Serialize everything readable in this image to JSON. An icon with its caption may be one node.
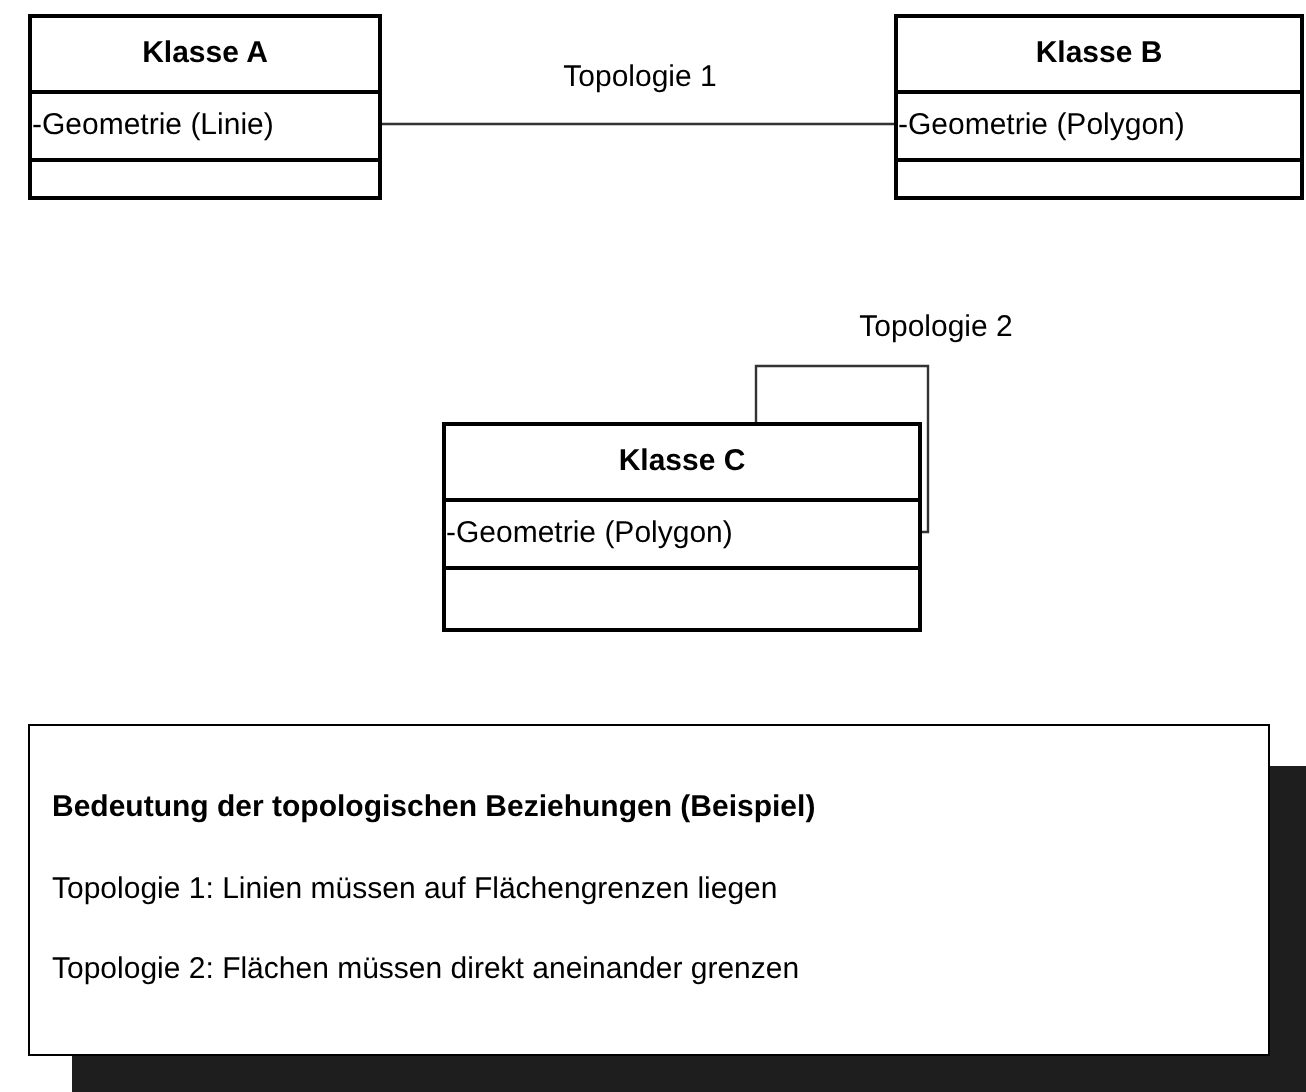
{
  "diagram": {
    "nodes": [
      {
        "text": [
          "Klasse A",
          "-Geometrie (Linie)"
        ]
      },
      {
        "text": [
          "Klasse B",
          "-Geometrie (Polygon)"
        ]
      },
      {
        "text": [
          "Klasse C",
          "-Geometrie (Polygon)"
        ]
      },
      {
        "text": [
          "Bedeutung der topologischen Beziehungen (Beispiel)",
          "Topologie 1: Linien müssen auf Flächengrenzen liegen",
          "Topologie 2: Flächen müssen direkt aneinander grenzen"
        ]
      }
    ],
    "edges": [
      {
        "from": 0,
        "to": 1,
        "arrow": "none",
        "label": "Topologie 1"
      },
      {
        "from": 2,
        "to": 2,
        "arrow": "none",
        "label": "Topologie 2"
      }
    ]
  }
}
